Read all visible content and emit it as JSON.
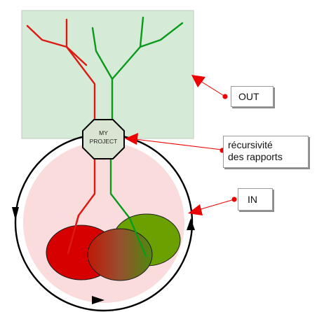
{
  "diagram": {
    "octagon_label_line1": "MY",
    "octagon_label_line2": "PROJECT",
    "callouts": {
      "out": "OUT",
      "recursivite_line1": "récursivité",
      "recursivite_line2": "des rapports",
      "in": "IN"
    },
    "colors": {
      "out_panel": "#d5ead7",
      "in_circle": "#fadcdc",
      "red": "#dd1a12",
      "green": "#0a9a1a",
      "red_ellipse": "#d70000",
      "green_ellipse": "#6aa000",
      "arrow_red": "#ee0000",
      "cycle": "#000000"
    }
  }
}
